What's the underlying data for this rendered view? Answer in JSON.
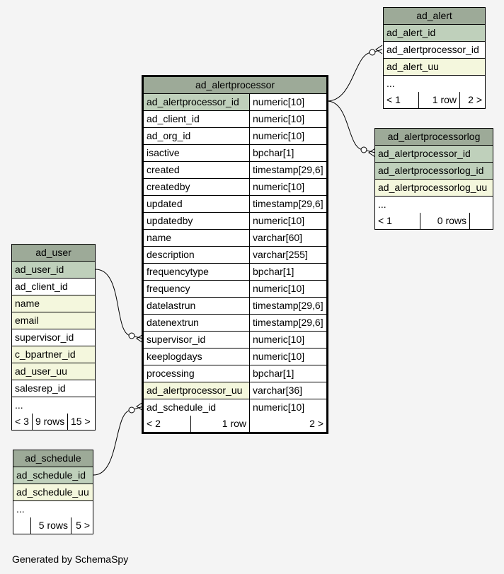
{
  "ad_alertprocessor": {
    "title": "ad_alertprocessor",
    "columns": [
      {
        "name": "ad_alertprocessor_id",
        "type": "numeric[10]"
      },
      {
        "name": "ad_client_id",
        "type": "numeric[10]"
      },
      {
        "name": "ad_org_id",
        "type": "numeric[10]"
      },
      {
        "name": "isactive",
        "type": "bpchar[1]"
      },
      {
        "name": "created",
        "type": "timestamp[29,6]"
      },
      {
        "name": "createdby",
        "type": "numeric[10]"
      },
      {
        "name": "updated",
        "type": "timestamp[29,6]"
      },
      {
        "name": "updatedby",
        "type": "numeric[10]"
      },
      {
        "name": "name",
        "type": "varchar[60]"
      },
      {
        "name": "description",
        "type": "varchar[255]"
      },
      {
        "name": "frequencytype",
        "type": "bpchar[1]"
      },
      {
        "name": "frequency",
        "type": "numeric[10]"
      },
      {
        "name": "datelastrun",
        "type": "timestamp[29,6]"
      },
      {
        "name": "datenextrun",
        "type": "timestamp[29,6]"
      },
      {
        "name": "supervisor_id",
        "type": "numeric[10]"
      },
      {
        "name": "keeplogdays",
        "type": "numeric[10]"
      },
      {
        "name": "processing",
        "type": "bpchar[1]"
      },
      {
        "name": "ad_alertprocessor_uu",
        "type": "varchar[36]"
      },
      {
        "name": "ad_schedule_id",
        "type": "numeric[10]"
      }
    ],
    "nav": {
      "prev": "< 2",
      "rows": "1 row",
      "next": "2 >"
    }
  },
  "ad_alert": {
    "title": "ad_alert",
    "columns": [
      "ad_alert_id",
      "ad_alertprocessor_id",
      "ad_alert_uu",
      "..."
    ],
    "nav": {
      "prev": "< 1",
      "rows": "1 row",
      "next": "2 >"
    }
  },
  "ad_alertprocessorlog": {
    "title": "ad_alertprocessorlog",
    "columns": [
      "ad_alertprocessor_id",
      "ad_alertprocessorlog_id",
      "ad_alertprocessorlog_uu",
      "..."
    ],
    "nav": {
      "prev": "< 1",
      "rows": "0 rows",
      "next": ""
    }
  },
  "ad_user": {
    "title": "ad_user",
    "columns": [
      "ad_user_id",
      "ad_client_id",
      "name",
      "email",
      "supervisor_id",
      "c_bpartner_id",
      "ad_user_uu",
      "salesrep_id",
      "..."
    ],
    "nav": {
      "prev": "< 3",
      "rows": "9 rows",
      "next": "15 >"
    }
  },
  "ad_schedule": {
    "title": "ad_schedule",
    "columns": [
      "ad_schedule_id",
      "ad_schedule_uu",
      "..."
    ],
    "nav": {
      "prev": "",
      "rows": "5 rows",
      "next": "5 >"
    }
  },
  "footer": "Generated by SchemaSpy",
  "colors": {
    "header": "#9daa98",
    "primary_key": "#bfd0bb",
    "foreign_key": "#f4f7dd",
    "background": "#f4f4f4"
  }
}
